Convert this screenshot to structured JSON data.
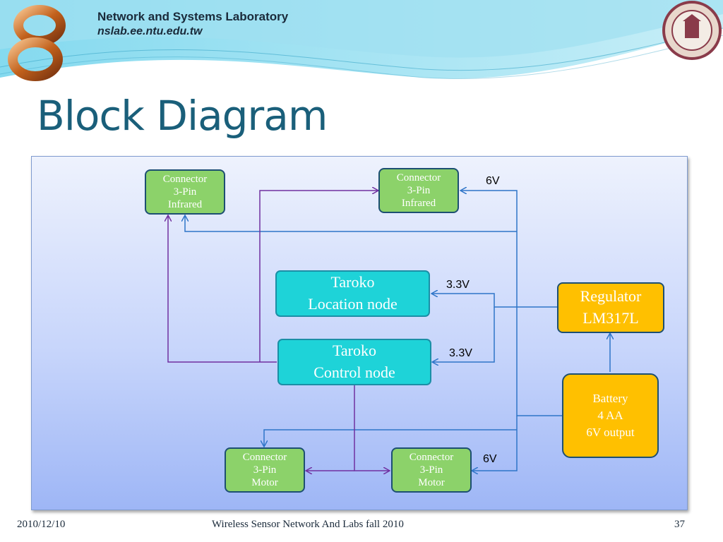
{
  "header": {
    "lab_name": "Network and Systems Laboratory",
    "lab_url": "nslab.ee.ntu.edu.tw"
  },
  "slide": {
    "title": "Block Diagram"
  },
  "diagram": {
    "connector_infrared_left": {
      "line1": "Connector",
      "line2": "3-Pin",
      "line3": "Infrared"
    },
    "connector_infrared_right": {
      "line1": "Connector",
      "line2": "3-Pin",
      "line3": "Infrared"
    },
    "taroko_location": {
      "line1": "Taroko",
      "line2": "Location node"
    },
    "taroko_control": {
      "line1": "Taroko",
      "line2": "Control node"
    },
    "regulator": {
      "line1": "Regulator",
      "line2": "LM317L"
    },
    "battery": {
      "line1": "Battery",
      "line2": "4 AA",
      "line3": "6V output"
    },
    "connector_motor_left": {
      "line1": "Connector",
      "line2": "3-Pin",
      "line3": "Motor"
    },
    "connector_motor_right": {
      "line1": "Connector",
      "line2": "3-Pin",
      "line3": "Motor"
    },
    "voltage_top": "6V",
    "voltage_location": "3.3V",
    "voltage_control": "3.3V",
    "voltage_motor": "6V",
    "colors": {
      "power_wire": "#2e75c8",
      "signal_wire": "#7030a0"
    }
  },
  "footer": {
    "date": "2010/12/10",
    "course": "Wireless Sensor Network And Labs fall 2010",
    "page_number": "37"
  }
}
